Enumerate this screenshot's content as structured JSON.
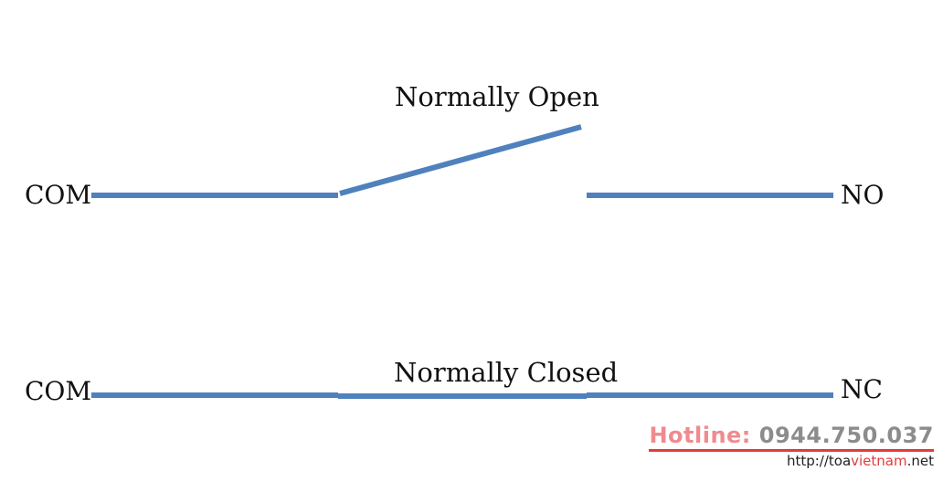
{
  "diagram": {
    "top": {
      "title": "Normally Open",
      "left_label": "COM",
      "right_label": "NO"
    },
    "bottom": {
      "title": "Normally Closed",
      "left_label": "COM",
      "right_label": "NC"
    },
    "line_color": "#4f81bd"
  },
  "watermark": {
    "hotline_label": "Hotline:",
    "phone": "0944.750.037",
    "url_prefix": "http://toa",
    "url_mid": "vietnam",
    "url_suffix": ".net"
  }
}
